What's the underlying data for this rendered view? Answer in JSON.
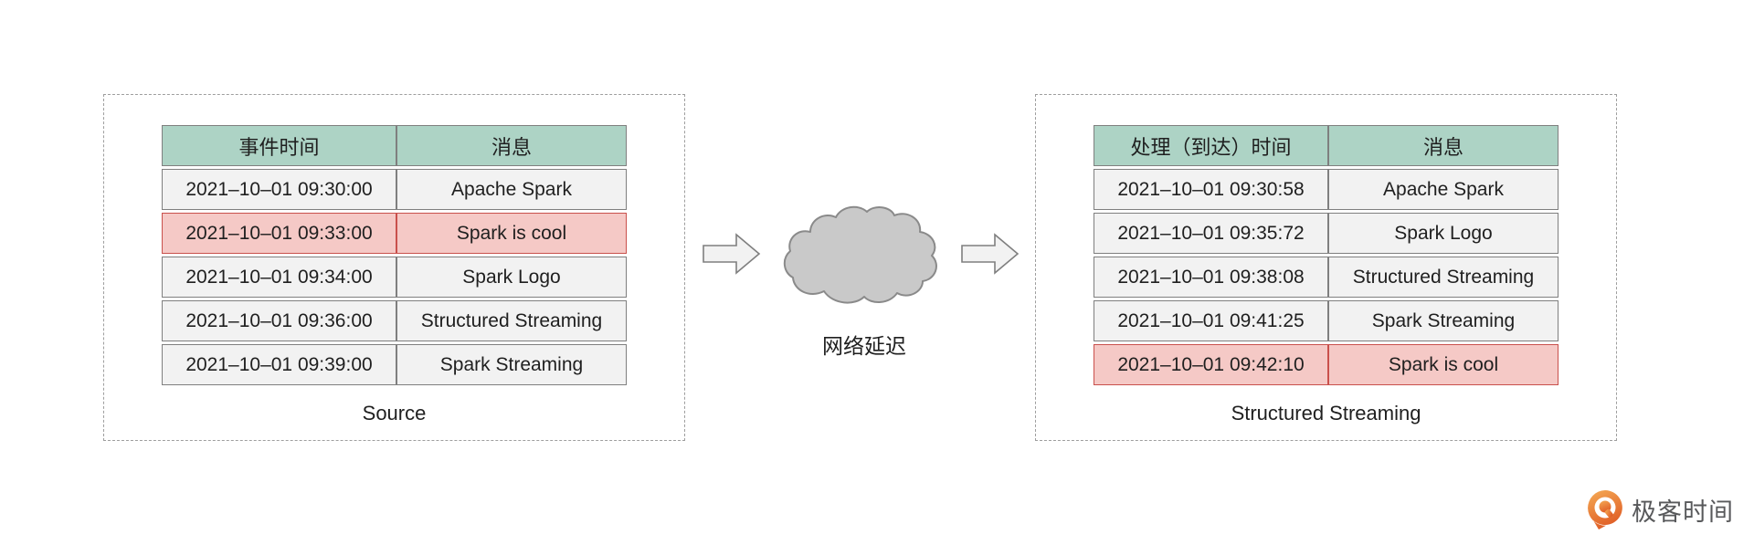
{
  "left_panel": {
    "caption": "Source",
    "table": {
      "headers": [
        "事件时间",
        "消息"
      ],
      "rows": [
        {
          "time": "2021–10–01 09:30:00",
          "message": "Apache Spark",
          "highlight": false
        },
        {
          "time": "2021–10–01 09:33:00",
          "message": "Spark is cool",
          "highlight": true
        },
        {
          "time": "2021–10–01 09:34:00",
          "message": "Spark Logo",
          "highlight": false
        },
        {
          "time": "2021–10–01 09:36:00",
          "message": "Structured Streaming",
          "highlight": false
        },
        {
          "time": "2021–10–01 09:39:00",
          "message": "Spark Streaming",
          "highlight": false
        }
      ]
    }
  },
  "middle": {
    "cloud_label": "网络延迟"
  },
  "right_panel": {
    "caption": "Structured Streaming",
    "table": {
      "headers": [
        "处理（到达）时间",
        "消息"
      ],
      "rows": [
        {
          "time": "2021–10–01 09:30:58",
          "message": "Apache Spark",
          "highlight": false
        },
        {
          "time": "2021–10–01 09:35:72",
          "message": "Spark Logo",
          "highlight": false
        },
        {
          "time": "2021–10–01 09:38:08",
          "message": "Structured Streaming",
          "highlight": false
        },
        {
          "time": "2021–10–01 09:41:25",
          "message": "Spark Streaming",
          "highlight": false
        },
        {
          "time": "2021–10–01 09:42:10",
          "message": "Spark is cool",
          "highlight": true
        }
      ]
    }
  },
  "footer": {
    "brand": "极客时间"
  },
  "colors": {
    "header_bg": "#add3c5",
    "row_bg": "#f2f2f2",
    "row_border": "#7f7f7f",
    "highlight_bg": "#f5c9c6",
    "highlight_border": "#c9504c",
    "cloud_fill": "#c9c9c9",
    "cloud_stroke": "#8a8a8a",
    "arrow_fill": "#f2f2f2",
    "arrow_stroke": "#7f7f7f",
    "dashed_border": "#9e9e9e",
    "brand_orange": "#e8702c"
  }
}
